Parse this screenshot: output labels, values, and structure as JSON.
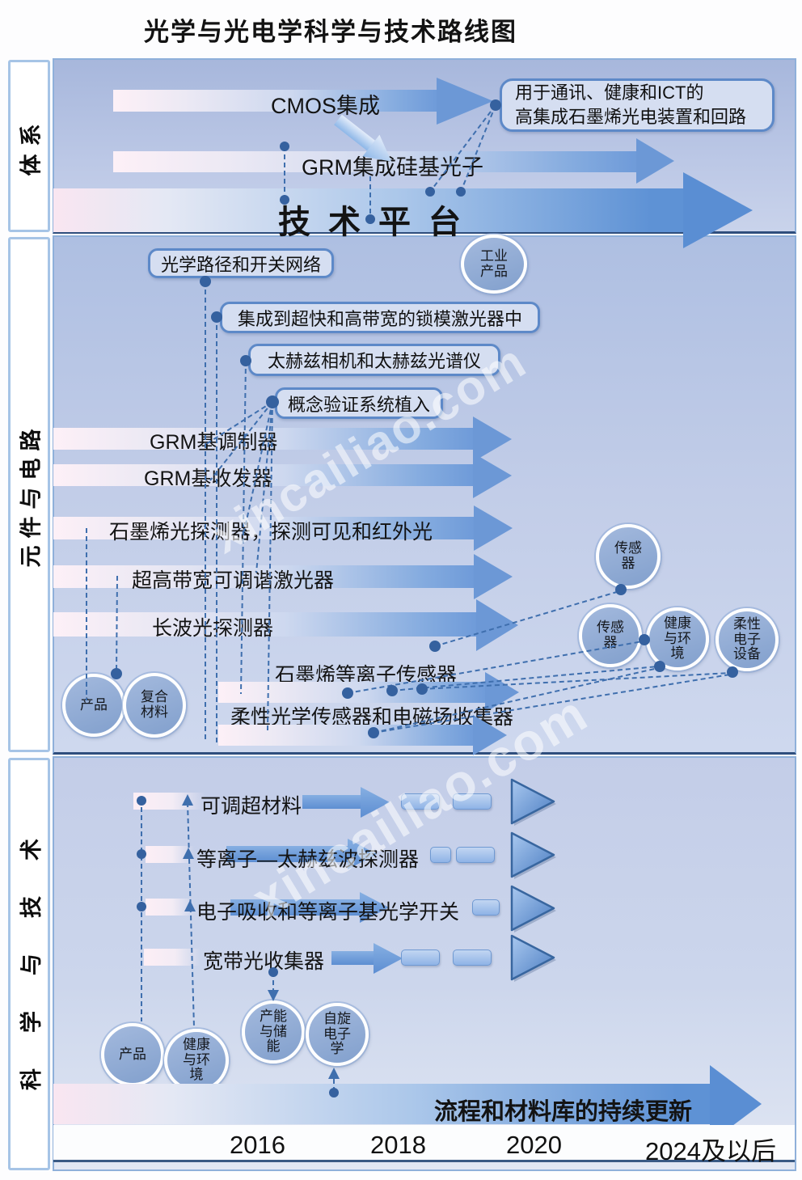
{
  "title": "光学与光电学科学与技术路线图",
  "watermark": "xincailiao.com",
  "sections": {
    "system": {
      "label": "体系",
      "cmos_arrow": "CMOS集成",
      "grm_arrow": "GRM集成硅基光子",
      "platform_arrow": "技术平台",
      "callout": "用于通讯、健康和ICT的\n高集成石墨烯光电装置和回路"
    },
    "components": {
      "label": "元件与电路",
      "boxes": [
        "光学路径和开关网络",
        "集成到超快和高带宽的锁模激光器中",
        "太赫兹相机和太赫兹光谱仪",
        "概念验证系统植入"
      ],
      "rows": [
        "GRM基调制器",
        "GRM基收发器",
        "石墨烯光探测器，探测可见和红外光",
        "超高带宽可调谐激光器",
        "长波光探测器",
        "石墨烯等离子传感器",
        "柔性光学传感器和电磁场收集器"
      ],
      "circles": {
        "industry_product": "工业\n产品",
        "product": "产品",
        "composite_material": "复合\n材料",
        "sensor_top": "传感\n器",
        "sensor": "传感\n器",
        "health_environment": "健康\n与环\n境",
        "flexible_electronics": "柔性\n电子\n设备"
      }
    },
    "science": {
      "label": "科学与技术",
      "rows": [
        "可调超材料",
        "等离子—太赫兹波探测器",
        "电子吸收和等离子基光学开关",
        "宽带光收集器"
      ],
      "circles": {
        "product": "产品",
        "health_environment": "健康\n与环\n境",
        "energy_storage": "产能\n与储\n能",
        "spintronics": "自旋\n电子\n学"
      },
      "banner": "流程和材料库的持续更新",
      "timeline": [
        "2016",
        "2018",
        "2020",
        "2024及以后"
      ]
    }
  }
}
